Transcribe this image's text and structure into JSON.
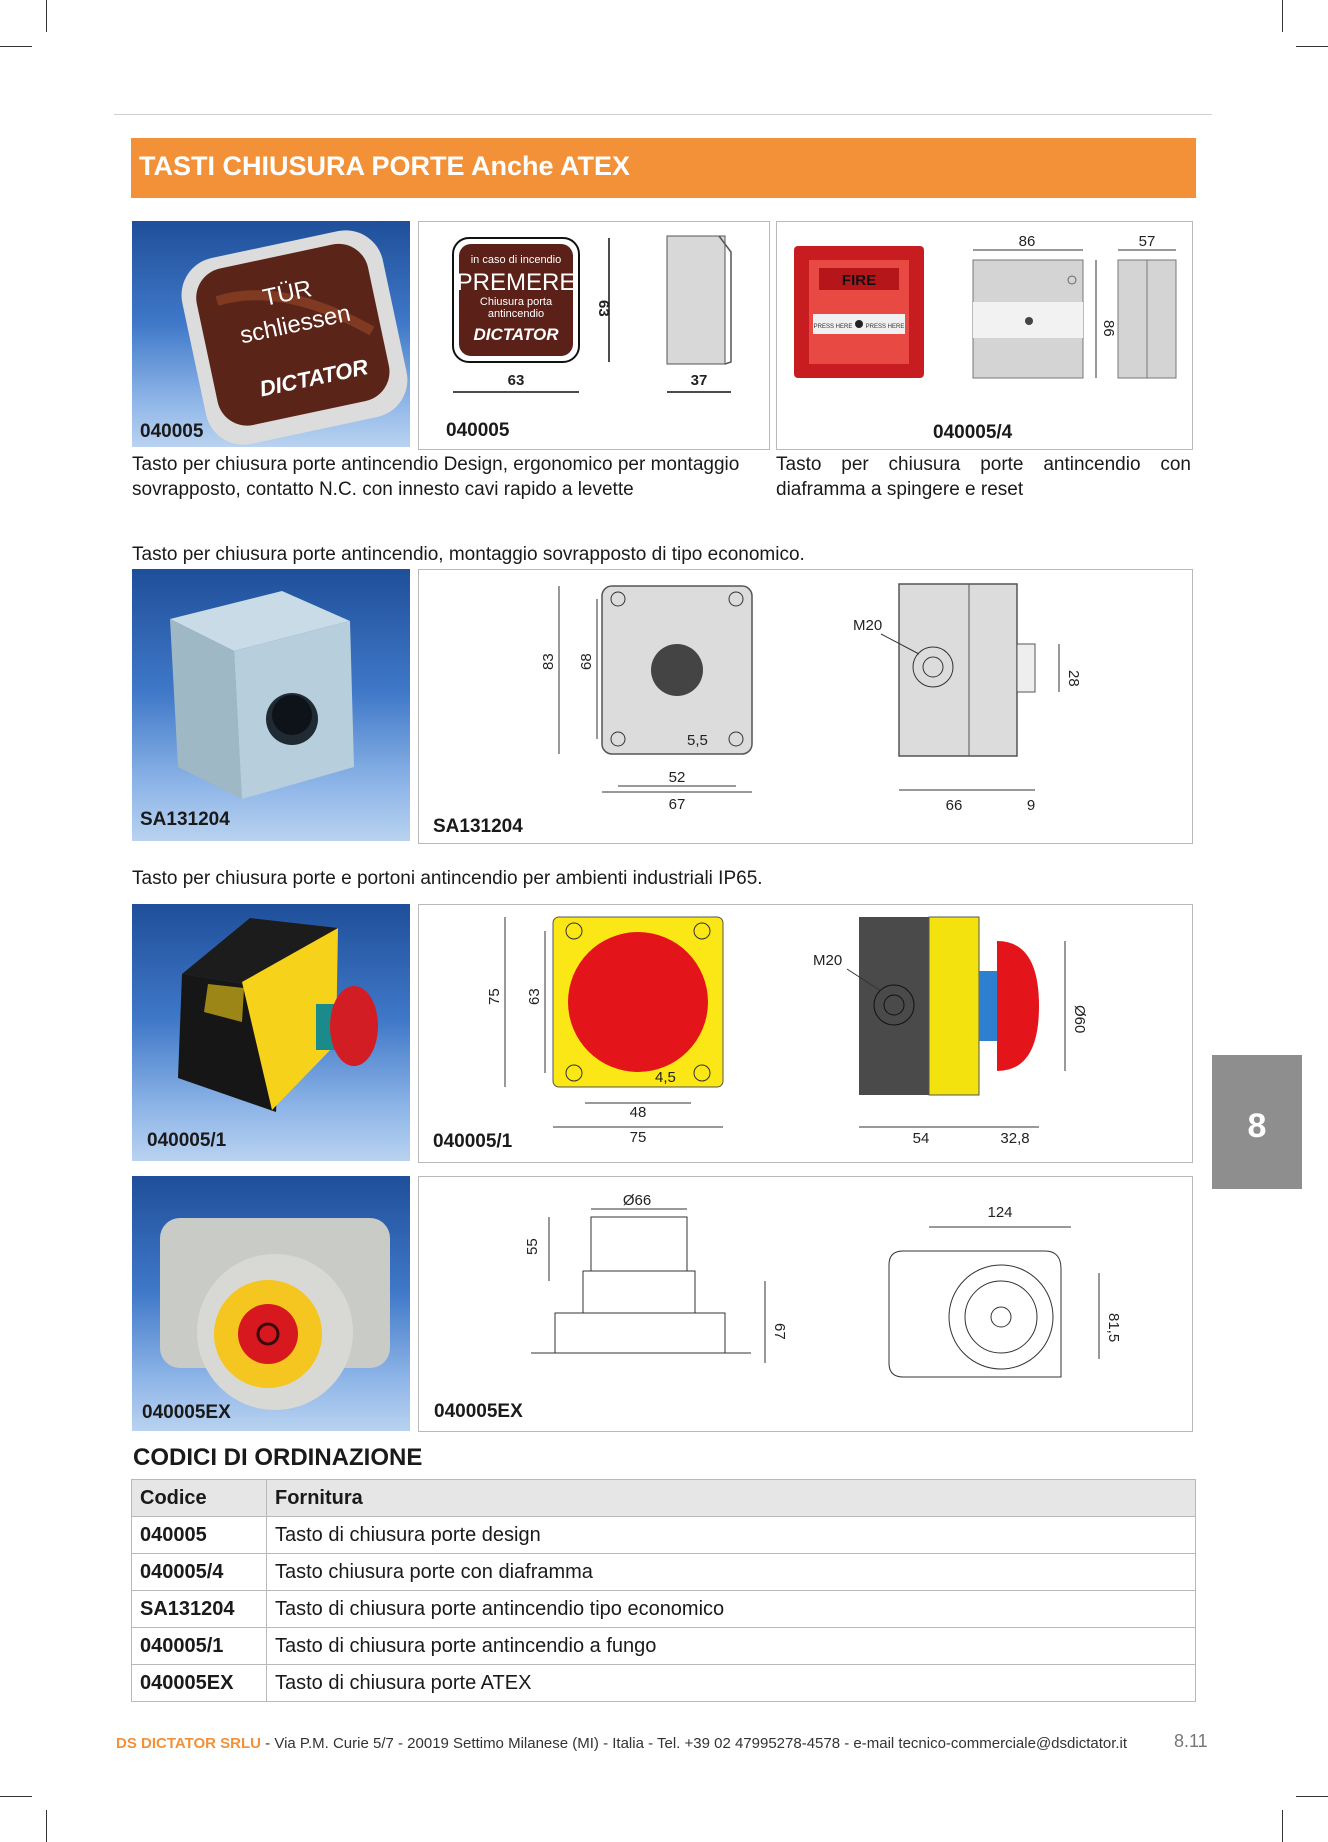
{
  "header": {
    "title": "TASTI CHIUSURA PORTE Anche ATEX"
  },
  "row1": {
    "photo_code": "040005",
    "photo_text_line1": "TÜR",
    "photo_text_line2": "schliessen",
    "photo_brand": "DICTATOR",
    "drawing_code": "040005",
    "drawing_plate": {
      "line1": "in caso di incendio",
      "line2": "PREMERE",
      "line3": "Chiusura porta",
      "line4": "antincendio",
      "brand": "DICTATOR"
    },
    "dims": {
      "w": "63",
      "h": "63",
      "d": "37"
    },
    "diaphragm_code": "040005/4",
    "diaphragm_labels": {
      "fire": "FIRE",
      "press_left": "PRESS HERE",
      "press_right": "PRESS HERE"
    },
    "diaphragm_dims": {
      "w": "86",
      "d": "57",
      "h": "86"
    },
    "desc_left": "Tasto per chiusura porte antincendio Design, ergonomico per montaggio sovrapposto, contatto N.C. con innesto cavi rapido a levette",
    "desc_right": "Tasto per chiusura porte antincendio con diaframma a spingere e reset"
  },
  "row2": {
    "intro": "Tasto per chiusura porte antincendio, montaggio sovrapposto di tipo economico.",
    "photo_code": "SA131204",
    "drawing_code": "SA131204",
    "dims": {
      "h_outer": "83",
      "h_inner": "68",
      "hole": "5,5",
      "w_inner": "52",
      "w_outer": "67",
      "thread": "M20",
      "button": "28",
      "depth": "66",
      "protrusion": "9"
    }
  },
  "row3": {
    "intro": "Tasto per chiusura porte e portoni antincendio per ambienti industriali IP65.",
    "photo_code": "040005/1",
    "drawing_code": "040005/1",
    "dims": {
      "h_outer": "75",
      "h_inner": "63",
      "hole": "4,5",
      "w_inner": "48",
      "w_outer": "75",
      "thread": "M20",
      "diameter": "Ø60",
      "depth": "54",
      "protrusion": "32,8"
    }
  },
  "row4": {
    "photo_code": "040005EX",
    "drawing_code": "040005EX",
    "dims": {
      "diameter": "Ø66",
      "h_top": "55",
      "h_total": "67",
      "width": "124",
      "height": "81,5"
    }
  },
  "orders": {
    "heading": "CODICI DI ORDINAZIONE",
    "col_code": "Codice",
    "col_desc": "Fornitura",
    "rows": [
      {
        "code": "040005",
        "desc": "Tasto di chiusura porte design"
      },
      {
        "code": "040005/4",
        "desc": "Tasto chiusura porte con diaframma"
      },
      {
        "code": "SA131204",
        "desc": "Tasto di chiusura porte antincendio tipo economico"
      },
      {
        "code": "040005/1",
        "desc": "Tasto di chiusura porte antincendio a fungo"
      },
      {
        "code": "040005EX",
        "desc": "Tasto di chiusura porte ATEX"
      }
    ]
  },
  "side_tab": "8",
  "footer": {
    "company": "DS DICTATOR SRLU",
    "address": " - Via P.M. Curie 5/7 - 20019 Settimo Milanese (MI) - Italia - Tel. +39 02 47995278-4578 - e-mail tecnico-commerciale@dsdictator.it",
    "page": "8.11"
  }
}
